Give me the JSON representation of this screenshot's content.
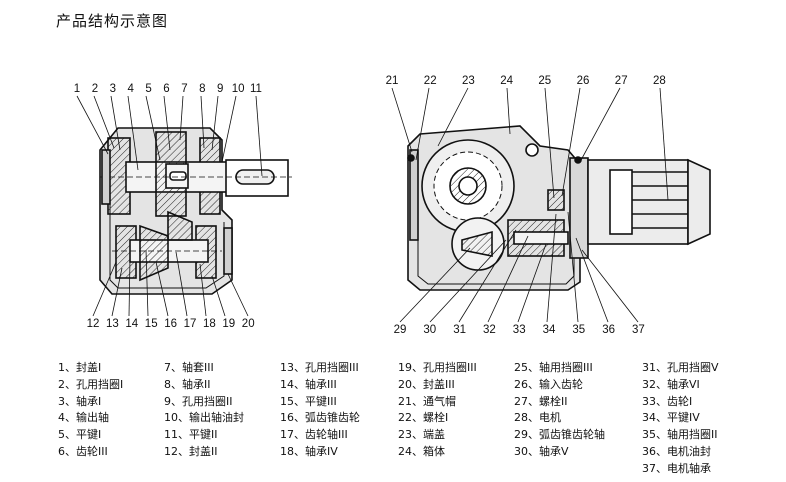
{
  "title": "产品结构示意图",
  "callouts_left": [
    "1",
    "2",
    "3",
    "4",
    "5",
    "6",
    "7",
    "8",
    "9",
    "10",
    "11"
  ],
  "callouts_left_bottom": [
    "12",
    "13",
    "14",
    "15",
    "16",
    "17",
    "18",
    "19",
    "20"
  ],
  "callouts_right_top": [
    "21",
    "22",
    "23",
    "24",
    "25",
    "26",
    "27",
    "28"
  ],
  "callouts_right_bottom": [
    "29",
    "30",
    "31",
    "32",
    "33",
    "34",
    "35",
    "36",
    "37"
  ],
  "legend": [
    [
      "1、封盖I",
      "2、孔用挡圈I",
      "3、轴承I",
      "4、输出轴",
      "5、平键I",
      "6、齿轮III"
    ],
    [
      "7、轴套III",
      "8、轴承II",
      "9、孔用挡圈II",
      "10、输出轴油封",
      "11、平键II",
      "12、封盖II"
    ],
    [
      "13、孔用挡圈III",
      "14、轴承III",
      "15、平键III",
      "16、弧齿锥齿轮",
      "17、齿轮轴III",
      "18、轴承IV"
    ],
    [
      "19、孔用挡圈III",
      "20、封盖III",
      "21、通气帽",
      "22、螺栓I",
      "23、端盖",
      "24、箱体"
    ],
    [
      "25、轴用挡圈III",
      "26、输入齿轮",
      "27、螺栓II",
      "28、电机",
      "29、弧齿锥齿轮轴",
      "30、轴承V"
    ],
    [
      "31、孔用挡圈V",
      "32、轴承VI",
      "33、齿轮I",
      "34、平键IV",
      "35、轴用挡圈II",
      "36、电机油封",
      "37、电机轴承"
    ]
  ]
}
